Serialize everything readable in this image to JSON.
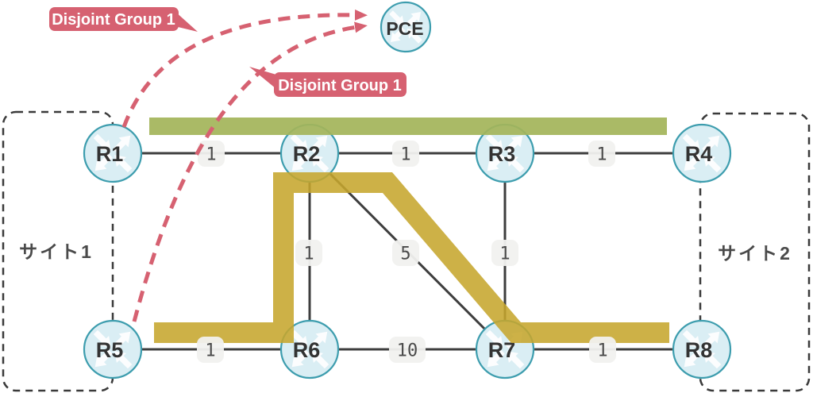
{
  "callouts": [
    {
      "label": "Disjoint Group 1"
    },
    {
      "label": "Disjoint Group 1"
    }
  ],
  "pce": {
    "label": "PCE"
  },
  "sites": [
    {
      "label": "サイト1"
    },
    {
      "label": "サイト2"
    }
  ],
  "routers": [
    {
      "label": "R1"
    },
    {
      "label": "R2"
    },
    {
      "label": "R3"
    },
    {
      "label": "R4"
    },
    {
      "label": "R5"
    },
    {
      "label": "R6"
    },
    {
      "label": "R7"
    },
    {
      "label": "R8"
    }
  ],
  "links": [
    {
      "from": "R1",
      "to": "R2",
      "cost": "1"
    },
    {
      "from": "R2",
      "to": "R3",
      "cost": "1"
    },
    {
      "from": "R3",
      "to": "R4",
      "cost": "1"
    },
    {
      "from": "R5",
      "to": "R6",
      "cost": "1"
    },
    {
      "from": "R6",
      "to": "R7",
      "cost": "10"
    },
    {
      "from": "R7",
      "to": "R8",
      "cost": "1"
    },
    {
      "from": "R2",
      "to": "R6",
      "cost": "1"
    },
    {
      "from": "R2",
      "to": "R7",
      "cost": "5"
    },
    {
      "from": "R3",
      "to": "R7",
      "cost": "1"
    }
  ],
  "highlighted_paths": [
    {
      "name": "green-path",
      "color": "#a4b55a",
      "route": [
        "R1",
        "R2",
        "R3",
        "R4"
      ]
    },
    {
      "name": "olive-path",
      "color": "#c6a62e",
      "route": [
        "R5",
        "R6",
        "R2",
        "R7",
        "R8"
      ]
    }
  ],
  "colors": {
    "callout_pink": "#d66171",
    "path_green": "#a4b55a",
    "path_olive": "#c6a62e",
    "node_fill": "#daeef4",
    "node_border": "#3d9dae",
    "link": "#3e3e3e",
    "cost_badge_bg": "#f1f1ef"
  }
}
